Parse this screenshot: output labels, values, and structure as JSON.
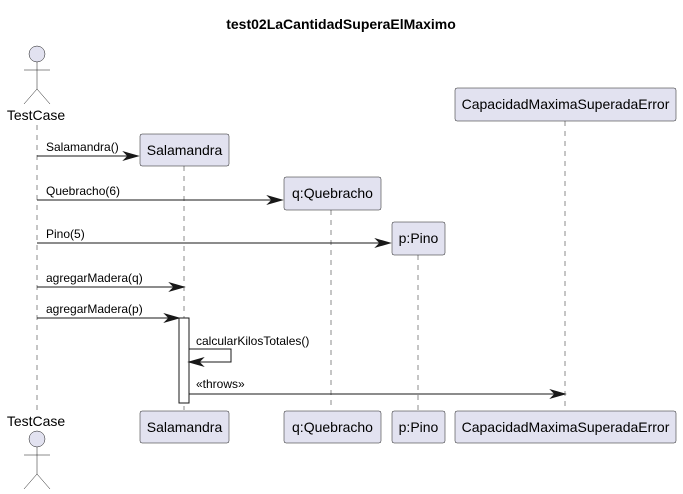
{
  "diagram": {
    "title": "test02LaCantidadSuperaElMaximo",
    "actor": {
      "name": "TestCase"
    },
    "participants": [
      {
        "id": "salamandra",
        "name": "Salamandra"
      },
      {
        "id": "quebracho",
        "name": "q:Quebracho"
      },
      {
        "id": "pino",
        "name": "p:Pino"
      },
      {
        "id": "error",
        "name": "CapacidadMaximaSuperadaError"
      }
    ],
    "messages": [
      {
        "label": "Salamandra()"
      },
      {
        "label": "Quebracho(6)"
      },
      {
        "label": "Pino(5)"
      },
      {
        "label": "agregarMadera(q)"
      },
      {
        "label": "agregarMadera(p)"
      },
      {
        "label": "calcularKilosTotales()"
      },
      {
        "label": "«throws»"
      }
    ]
  }
}
